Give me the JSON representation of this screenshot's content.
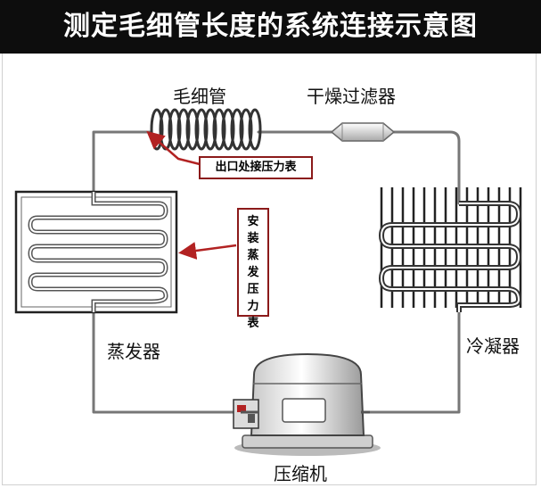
{
  "title": "测定毛细管长度的系统连接示意图",
  "labels": {
    "capillary": "毛细管",
    "dryer_filter": "干燥过滤器",
    "evaporator": "蒸发器",
    "condenser": "冷凝器",
    "compressor": "压缩机"
  },
  "callouts": {
    "outlet_gauge": "出口处接压力表",
    "evaporator_gauge": [
      "安",
      "装",
      "蒸",
      "发",
      "压",
      "力",
      "表"
    ]
  },
  "colors": {
    "title_bg": "#0d0d0d",
    "title_text": "#ffffff",
    "callout_border": "#8b1a1a",
    "arrow": "#b22222",
    "pipe": "#777777",
    "coil": "#333333"
  }
}
